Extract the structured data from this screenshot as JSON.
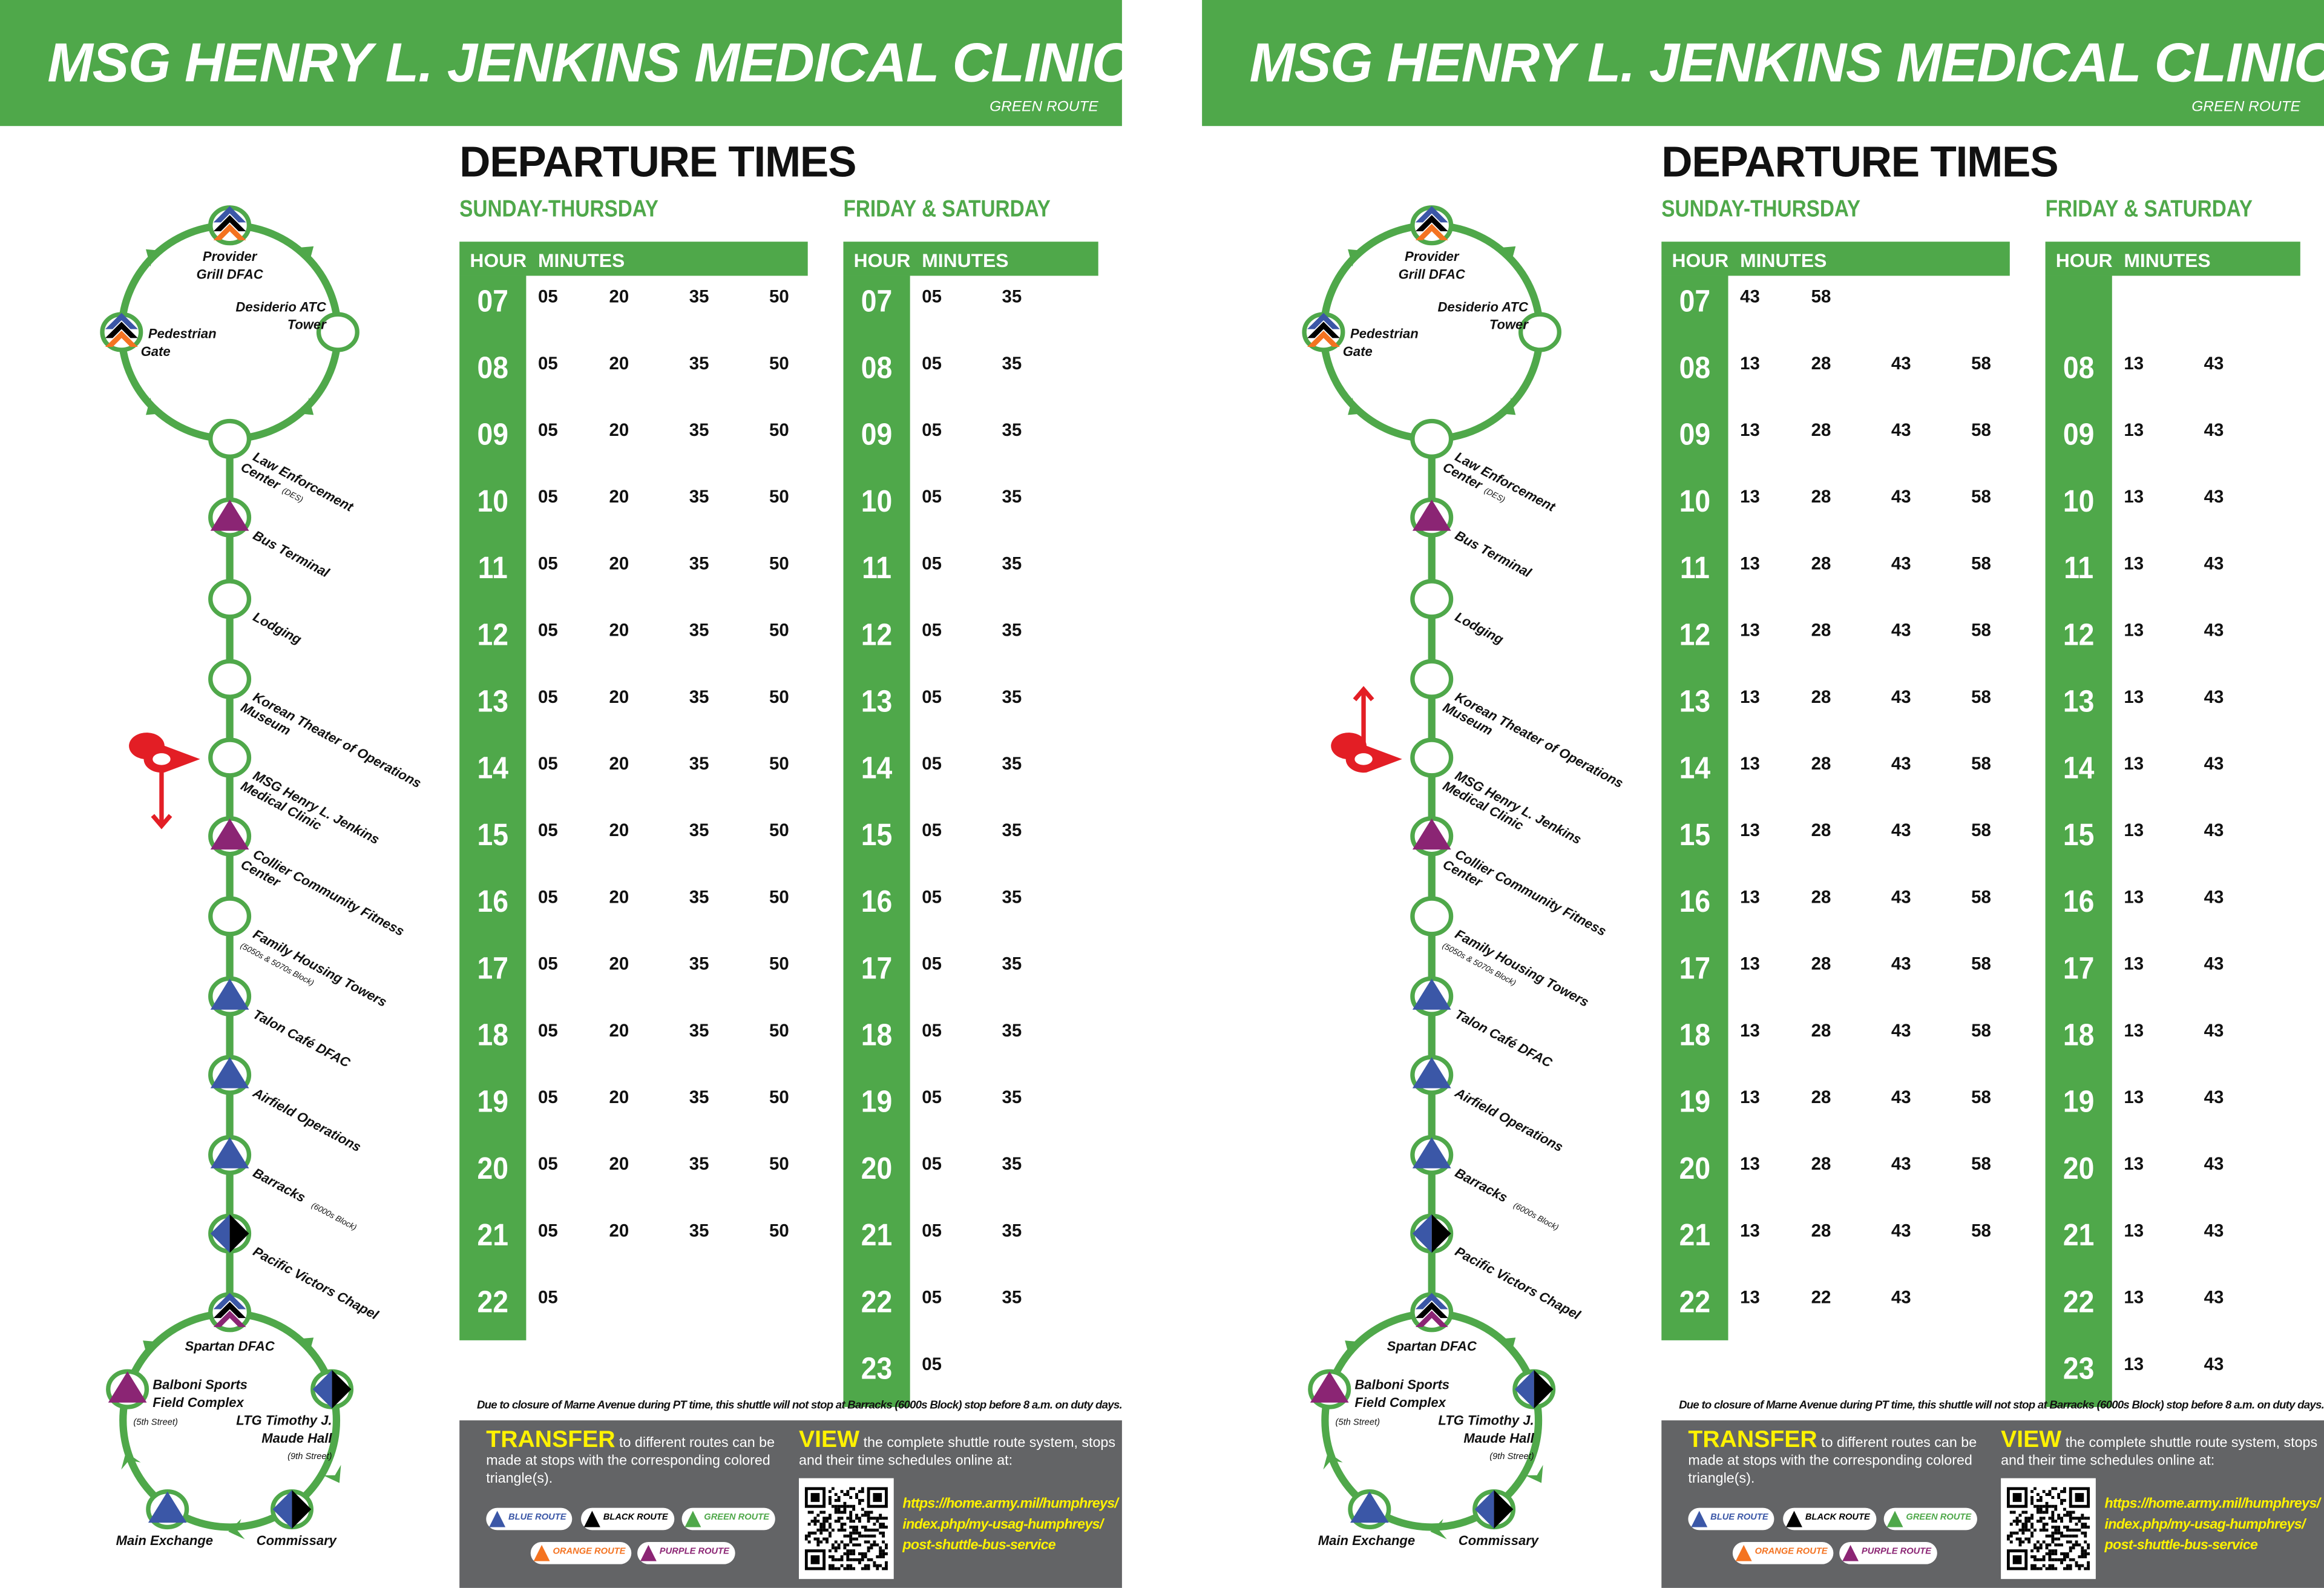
{
  "colors": {
    "green": "#4fa84a",
    "blue": "#3b57a7",
    "black": "#000000",
    "orange": "#f47321",
    "purple": "#8b2574",
    "red": "#e31e25",
    "yellow": "#fff200",
    "gray": "#636466"
  },
  "map": {
    "stops": [
      {
        "name": "Provider Grill DFAC",
        "sub": "",
        "icon": "chevrons-blue-black-orange"
      },
      {
        "name": "Desiderio ATC Tower",
        "sub": "",
        "icon": "none"
      },
      {
        "name": "Pedestrian Gate",
        "sub": "",
        "icon": "chevrons-blue-black-orange"
      },
      {
        "name": "Law Enforcement Center",
        "sub": "(DES)",
        "icon": "none"
      },
      {
        "name": "Bus Terminal",
        "sub": "",
        "icon": "triangle-purple"
      },
      {
        "name": "Lodging",
        "sub": "",
        "icon": "none"
      },
      {
        "name": "Korean Theater of Operations Museum",
        "sub": "",
        "icon": "none"
      },
      {
        "name": "MSG Henry L. Jenkins Medical Clinic",
        "sub": "",
        "icon": "none"
      },
      {
        "name": "Collier Community Fitness Center",
        "sub": "",
        "icon": "triangle-purple"
      },
      {
        "name": "Family Housing Towers",
        "sub": "(5050s & 5070s Block)",
        "icon": "none"
      },
      {
        "name": "Talon Café DFAC",
        "sub": "",
        "icon": "triangle-blue"
      },
      {
        "name": "Airfield Operations",
        "sub": "",
        "icon": "triangle-blue"
      },
      {
        "name": "Barracks",
        "sub": "(6000s Block)",
        "icon": "triangle-blue"
      },
      {
        "name": "Pacific Victors Chapel",
        "sub": "",
        "icon": "diamond-blue-black"
      },
      {
        "name": "Spartan DFAC",
        "sub": "",
        "icon": "chevrons-blue-black-purple"
      },
      {
        "name": "Balboni Sports Field Complex",
        "sub": "(5th Street)",
        "icon": "triangle-purple"
      },
      {
        "name": "LTG Timothy J. Maude Hall",
        "sub": "(9th Street)",
        "icon": "diamond-blue-black"
      },
      {
        "name": "Commissary",
        "sub": "",
        "icon": "diamond-blue-black"
      },
      {
        "name": "Main Exchange",
        "sub": "",
        "icon": "triangle-blue"
      }
    ]
  },
  "panels": [
    {
      "title": "MSG HENRY L. JENKINS MEDICAL CLINIC",
      "route": "GREEN ROUTE",
      "marker_arrow": "down",
      "departure_title": "DEPARTURE TIMES",
      "schedules": [
        {
          "title": "SUNDAY-THURSDAY",
          "hour_label": "HOUR",
          "minutes_label": "MINUTES",
          "rows": [
            {
              "hour": "07",
              "minutes": [
                "05",
                "20",
                "35",
                "50"
              ]
            },
            {
              "hour": "08",
              "minutes": [
                "05",
                "20",
                "35",
                "50"
              ]
            },
            {
              "hour": "09",
              "minutes": [
                "05",
                "20",
                "35",
                "50"
              ]
            },
            {
              "hour": "10",
              "minutes": [
                "05",
                "20",
                "35",
                "50"
              ]
            },
            {
              "hour": "11",
              "minutes": [
                "05",
                "20",
                "35",
                "50"
              ]
            },
            {
              "hour": "12",
              "minutes": [
                "05",
                "20",
                "35",
                "50"
              ]
            },
            {
              "hour": "13",
              "minutes": [
                "05",
                "20",
                "35",
                "50"
              ]
            },
            {
              "hour": "14",
              "minutes": [
                "05",
                "20",
                "35",
                "50"
              ]
            },
            {
              "hour": "15",
              "minutes": [
                "05",
                "20",
                "35",
                "50"
              ]
            },
            {
              "hour": "16",
              "minutes": [
                "05",
                "20",
                "35",
                "50"
              ]
            },
            {
              "hour": "17",
              "minutes": [
                "05",
                "20",
                "35",
                "50"
              ]
            },
            {
              "hour": "18",
              "minutes": [
                "05",
                "20",
                "35",
                "50"
              ]
            },
            {
              "hour": "19",
              "minutes": [
                "05",
                "20",
                "35",
                "50"
              ]
            },
            {
              "hour": "20",
              "minutes": [
                "05",
                "20",
                "35",
                "50"
              ]
            },
            {
              "hour": "21",
              "minutes": [
                "05",
                "20",
                "35",
                "50"
              ]
            },
            {
              "hour": "22",
              "minutes": [
                "05"
              ]
            }
          ]
        },
        {
          "title": "FRIDAY & SATURDAY",
          "hour_label": "HOUR",
          "minutes_label": "MINUTES",
          "rows": [
            {
              "hour": "07",
              "minutes": [
                "05",
                "35"
              ]
            },
            {
              "hour": "08",
              "minutes": [
                "05",
                "35"
              ]
            },
            {
              "hour": "09",
              "minutes": [
                "05",
                "35"
              ]
            },
            {
              "hour": "10",
              "minutes": [
                "05",
                "35"
              ]
            },
            {
              "hour": "11",
              "minutes": [
                "05",
                "35"
              ]
            },
            {
              "hour": "12",
              "minutes": [
                "05",
                "35"
              ]
            },
            {
              "hour": "13",
              "minutes": [
                "05",
                "35"
              ]
            },
            {
              "hour": "14",
              "minutes": [
                "05",
                "35"
              ]
            },
            {
              "hour": "15",
              "minutes": [
                "05",
                "35"
              ]
            },
            {
              "hour": "16",
              "minutes": [
                "05",
                "35"
              ]
            },
            {
              "hour": "17",
              "minutes": [
                "05",
                "35"
              ]
            },
            {
              "hour": "18",
              "minutes": [
                "05",
                "35"
              ]
            },
            {
              "hour": "19",
              "minutes": [
                "05",
                "35"
              ]
            },
            {
              "hour": "20",
              "minutes": [
                "05",
                "35"
              ]
            },
            {
              "hour": "21",
              "minutes": [
                "05",
                "35"
              ]
            },
            {
              "hour": "22",
              "minutes": [
                "05",
                "35"
              ]
            },
            {
              "hour": "23",
              "minutes": [
                "05"
              ]
            }
          ]
        }
      ]
    },
    {
      "title": "MSG HENRY L. JENKINS MEDICAL CLINIC",
      "route": "GREEN ROUTE",
      "marker_arrow": "up",
      "departure_title": "DEPARTURE TIMES",
      "schedules": [
        {
          "title": "SUNDAY-THURSDAY",
          "hour_label": "HOUR",
          "minutes_label": "MINUTES",
          "rows": [
            {
              "hour": "07",
              "minutes": [
                "43",
                "58"
              ]
            },
            {
              "hour": "08",
              "minutes": [
                "13",
                "28",
                "43",
                "58"
              ]
            },
            {
              "hour": "09",
              "minutes": [
                "13",
                "28",
                "43",
                "58"
              ]
            },
            {
              "hour": "10",
              "minutes": [
                "13",
                "28",
                "43",
                "58"
              ]
            },
            {
              "hour": "11",
              "minutes": [
                "13",
                "28",
                "43",
                "58"
              ]
            },
            {
              "hour": "12",
              "minutes": [
                "13",
                "28",
                "43",
                "58"
              ]
            },
            {
              "hour": "13",
              "minutes": [
                "13",
                "28",
                "43",
                "58"
              ]
            },
            {
              "hour": "14",
              "minutes": [
                "13",
                "28",
                "43",
                "58"
              ]
            },
            {
              "hour": "15",
              "minutes": [
                "13",
                "28",
                "43",
                "58"
              ]
            },
            {
              "hour": "16",
              "minutes": [
                "13",
                "28",
                "43",
                "58"
              ]
            },
            {
              "hour": "17",
              "minutes": [
                "13",
                "28",
                "43",
                "58"
              ]
            },
            {
              "hour": "18",
              "minutes": [
                "13",
                "28",
                "43",
                "58"
              ]
            },
            {
              "hour": "19",
              "minutes": [
                "13",
                "28",
                "43",
                "58"
              ]
            },
            {
              "hour": "20",
              "minutes": [
                "13",
                "28",
                "43",
                "58"
              ]
            },
            {
              "hour": "21",
              "minutes": [
                "13",
                "28",
                "43",
                "58"
              ]
            },
            {
              "hour": "22",
              "minutes": [
                "13",
                "22",
                "43"
              ]
            }
          ]
        },
        {
          "title": "FRIDAY & SATURDAY",
          "hour_label": "HOUR",
          "minutes_label": "MINUTES",
          "rows": [
            {
              "hour": "",
              "minutes": []
            },
            {
              "hour": "08",
              "minutes": [
                "13",
                "43"
              ]
            },
            {
              "hour": "09",
              "minutes": [
                "13",
                "43"
              ]
            },
            {
              "hour": "10",
              "minutes": [
                "13",
                "43"
              ]
            },
            {
              "hour": "11",
              "minutes": [
                "13",
                "43"
              ]
            },
            {
              "hour": "12",
              "minutes": [
                "13",
                "43"
              ]
            },
            {
              "hour": "13",
              "minutes": [
                "13",
                "43"
              ]
            },
            {
              "hour": "14",
              "minutes": [
                "13",
                "43"
              ]
            },
            {
              "hour": "15",
              "minutes": [
                "13",
                "43"
              ]
            },
            {
              "hour": "16",
              "minutes": [
                "13",
                "43"
              ]
            },
            {
              "hour": "17",
              "minutes": [
                "13",
                "43"
              ]
            },
            {
              "hour": "18",
              "minutes": [
                "13",
                "43"
              ]
            },
            {
              "hour": "19",
              "minutes": [
                "13",
                "43"
              ]
            },
            {
              "hour": "20",
              "minutes": [
                "13",
                "43"
              ]
            },
            {
              "hour": "21",
              "minutes": [
                "13",
                "43"
              ]
            },
            {
              "hour": "22",
              "minutes": [
                "13",
                "43"
              ]
            },
            {
              "hour": "23",
              "minutes": [
                "13",
                "43"
              ]
            }
          ]
        }
      ]
    }
  ],
  "footer": {
    "note": "Due to closure of Marne Avenue during PT time, this shuttle will not stop at Barracks (6000s Block) stop before 8 a.m. on duty days.",
    "transfer_head": "TRANSFER",
    "transfer_text": " to different routes can be made at stops with the corresponding colored triangle(s).",
    "view_head": "VIEW",
    "view_text": " the complete shuttle route system, stops and their time schedules online at:",
    "url_lines": [
      "https://home.army.mil/humphreys/",
      "index.php/my-usag-humphreys/",
      "post-shuttle-bus-service"
    ],
    "legend": [
      {
        "label": "BLUE ROUTE",
        "color": "#3b57a7"
      },
      {
        "label": "BLACK ROUTE",
        "color": "#000000"
      },
      {
        "label": "GREEN ROUTE",
        "color": "#4fa84a"
      },
      {
        "label": "ORANGE ROUTE",
        "color": "#f47321"
      },
      {
        "label": "PURPLE ROUTE",
        "color": "#8b2574"
      }
    ]
  }
}
